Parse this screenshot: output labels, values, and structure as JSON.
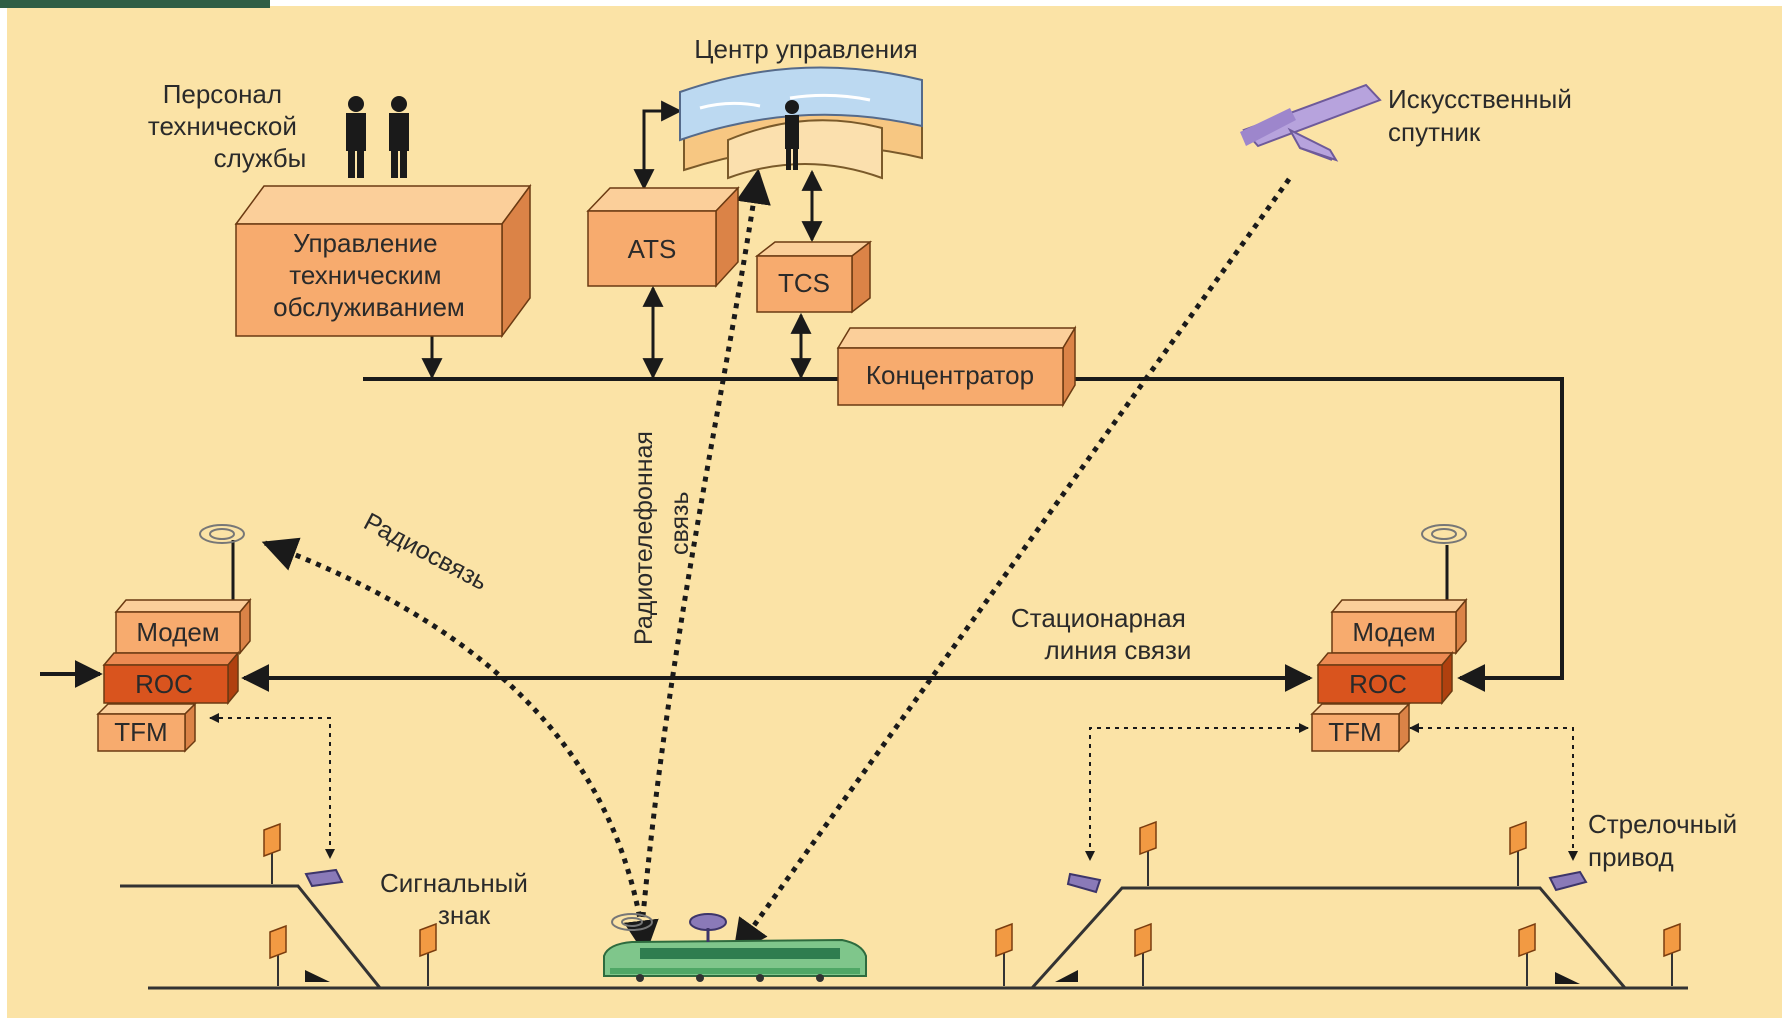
{
  "colors": {
    "background": "#fbe3a6",
    "corner_accent": "#2f5e45",
    "box_front": "#f7ab6e",
    "box_top": "#fbcf9a",
    "box_side": "#db8347",
    "roc_front": "#d9541e",
    "roc_top": "#ec8a52",
    "roc_side": "#b0400f",
    "line": "#1a1a1a",
    "signal": "#f29a43",
    "satellite": "#b7a3dd",
    "screen": "#bcd9f1",
    "train_body": "#7fc68b",
    "train_window": "#2f7d4f"
  },
  "title": "Центр управления",
  "labels": {
    "personnel": [
      "Персонал",
      "технической",
      "службы"
    ],
    "satellite": [
      "Искусственный",
      "спутник"
    ],
    "radio": "Радиосвязь",
    "radiophone": [
      "Радиотелефонная",
      "связь"
    ],
    "fixed_line": [
      "Стационарная",
      "линия связи"
    ],
    "signal": [
      "Сигнальный",
      "знак"
    ],
    "switch": [
      "Стрелочный",
      "привод"
    ]
  },
  "boxes": {
    "maintenance": [
      "Управление",
      "техническим",
      "обслуживанием"
    ],
    "ats": "ATS",
    "tcs": "TCS",
    "concentrator": "Концентратор",
    "modem_left": "Модем",
    "roc_left": "ROC",
    "tfm_left": "TFM",
    "modem_right": "Модем",
    "roc_right": "ROC",
    "tfm_right": "TFM"
  },
  "icons": {
    "people": "person-icon",
    "satellite": "satellite-icon",
    "antenna": "antenna-icon",
    "control_center": "control-center-icon",
    "train": "train-icon",
    "switch_motor": "switch-motor-icon",
    "signal": "signal-icon"
  }
}
